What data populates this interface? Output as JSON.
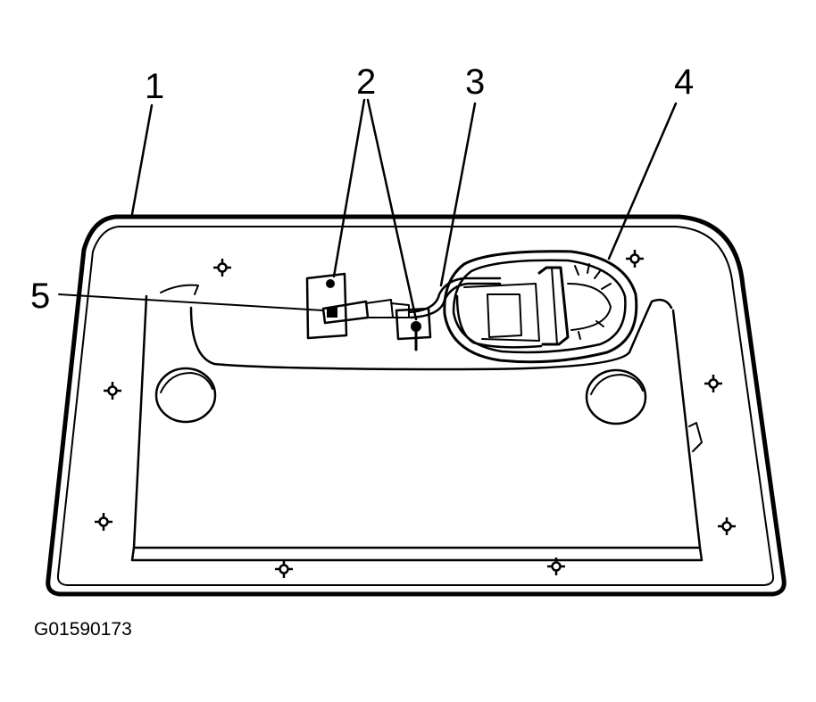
{
  "diagram": {
    "callouts": [
      "1",
      "2",
      "3",
      "4",
      "5"
    ],
    "figure_code": "G01590173",
    "colors": {
      "ink": "#000000",
      "background": "#ffffff"
    }
  }
}
